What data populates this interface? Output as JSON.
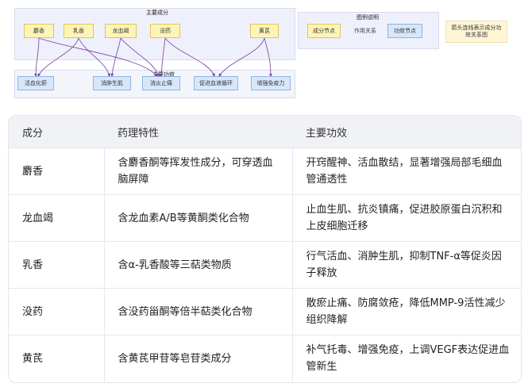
{
  "diagram": {
    "main_group_title": "主要成分",
    "effect_group_title": "主要功效",
    "ingredients": [
      "麝香",
      "乳香",
      "龙血竭",
      "没药",
      "黄芪"
    ],
    "effects": [
      "活血化瘀",
      "消肿生肌",
      "消炎止痛",
      "促进血液循环",
      "增强免疫力"
    ],
    "legend": {
      "title": "图例说明",
      "source_node": "成分节点",
      "edge_label": "作用关系",
      "target_node": "功效节点"
    },
    "note": "箭头连线表示成分功效关系图"
  },
  "table": {
    "headers": [
      "成分",
      "药理特性",
      "主要功效"
    ],
    "rows": [
      [
        "麝香",
        "含麝香酮等挥发性成分，可穿透血脑屏障",
        "开窍醒神、活血散结，显著增强局部毛细血管通透性"
      ],
      [
        "龙血竭",
        "含龙血素A/B等黄酮类化合物",
        "止血生肌、抗炎镇痛，促进胶原蛋白沉积和上皮细胞迁移"
      ],
      [
        "乳香",
        "含α-乳香酸等三萜类物质",
        "行气活血、消肿生肌，抑制TNF-α等促炎因子释放"
      ],
      [
        "没药",
        "含没药甾酮等倍半萜类化合物",
        "散瘀止痛、防腐敛疮，降低MMP-9活性减少组织降解"
      ],
      [
        "黄芪",
        "含黄芪甲苷等皂苷类成分",
        "补气托毒、增强免疫，上调VEGF表达促进血管新生"
      ]
    ]
  },
  "colors": {
    "ingredient_fill": "#fff4b8",
    "effect_fill": "#d7e7fb",
    "edge": "#7a3d9c",
    "group_fill": "#eef0fb"
  }
}
